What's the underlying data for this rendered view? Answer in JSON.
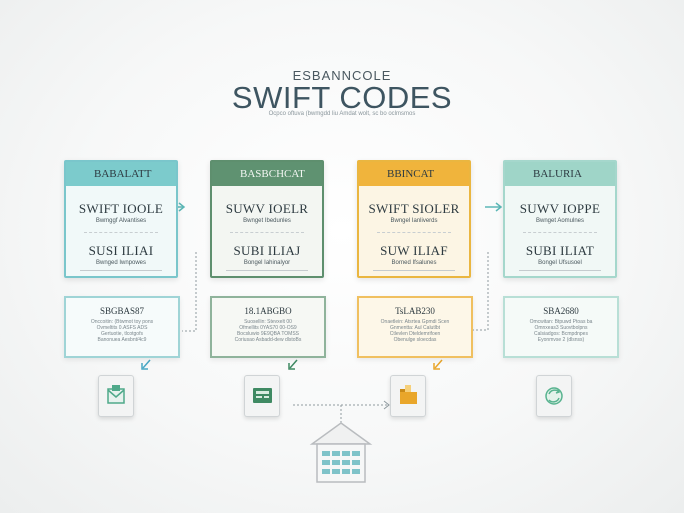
{
  "header": {
    "kicker": "ESBANNCOLE",
    "title": "SWIFT CODES",
    "subtitle": "Ocpco oftuva (bwmgdd liu Amdat wolt, sc bo oclmsmos"
  },
  "cards": [
    {
      "head": "BABALATT",
      "top_code": "SWIFT IOOLE",
      "top_sub": "Bwmggf Alvantises",
      "bottom_code": "SUSI ILIAI",
      "bottom_sub": "Bwnged Iwnpowes",
      "color": "#7ccbcc"
    },
    {
      "head": "BASBCHCAT",
      "top_code": "SUWV IOELR",
      "top_sub": "Bwnget Ibedunles",
      "bottom_code": "SUBI ILIAJ",
      "bottom_sub": "Bongel Iahinalyor",
      "color": "#5f9271"
    },
    {
      "head": "BBINCAT",
      "top_code": "SWIFT SIOLER",
      "top_sub": "Bwngel Ianliverds",
      "bottom_code": "SUW ILIAF",
      "bottom_sub": "Borned Ifsalunes",
      "color": "#f0b43c"
    },
    {
      "head": "BALURIA",
      "top_code": "SUWV IOPPE",
      "top_sub": "Bwnget Aomulnes",
      "bottom_code": "SUBI ILIAT",
      "bottom_sub": "Bongel Ufsusoel",
      "color": "#9fd5c8"
    }
  ],
  "info_boxes": [
    {
      "code": "SBGBAS87",
      "lines": [
        "Onccoitin: (Btwmot toy pons",
        "Ovmeltits 0.ASFS ADS",
        "Gertuotie, tlcotgofs",
        "Banonuea Aesbnt/4c9"
      ]
    },
    {
      "code": "18.1ABGBO",
      "lines": [
        "Suosellin: Stevxelt 00",
        "Ofmellits 0YAS70 00-OS9",
        "Bocsluwio 9E9QBA TOMSS",
        "Coriusao Asbadd-dew dlstoBs"
      ]
    },
    {
      "code": "TsLAB230",
      "lines": [
        "Onaetlein: Atsrtea Gpmdi Scen",
        "Gnmentta: Aul Calutlbt",
        "Ctlevlen Dteldemrifoen",
        "Obenulge sloecdas"
      ]
    },
    {
      "code": "SBA2680",
      "lines": [
        "Omcwitan: Btpuwd Ptoas ba",
        "Omnxeas3 Suovtbolpns",
        "Calsiadgos: Bcmpdnpes",
        "Eyonmvse 2 (dlsnss)"
      ]
    }
  ],
  "icons": [
    {
      "name": "envelope-icon",
      "color": "#4fa98a"
    },
    {
      "name": "card-icon",
      "color": "#3f8a63"
    },
    {
      "name": "folder-icon",
      "color": "#e9a62a"
    },
    {
      "name": "refresh-icon",
      "color": "#58b38f"
    }
  ],
  "bank_icon": {
    "name": "bank-building-icon",
    "roof_color": "#b9bcbf",
    "window_color": "#7fc3c9"
  }
}
